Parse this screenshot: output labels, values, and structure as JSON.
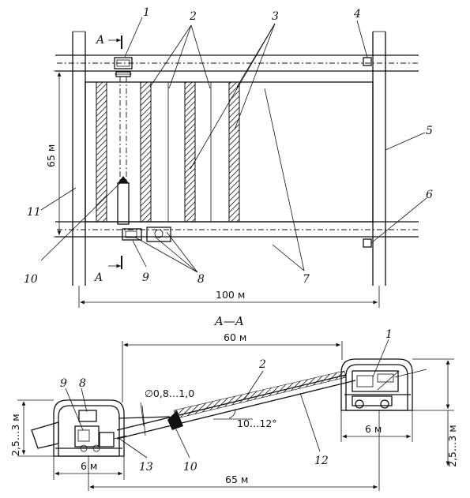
{
  "plan": {
    "labels": {
      "l1": "1",
      "l2": "2",
      "l3": "3",
      "l4": "4",
      "l5": "5",
      "l6": "6",
      "l7": "7",
      "l8": "8",
      "l9": "9",
      "l10": "10",
      "l11": "11"
    },
    "section_marks": {
      "top": "A",
      "bottom": "A"
    },
    "dims": {
      "height": "65 м",
      "width": "100 м"
    }
  },
  "section": {
    "title": "A—A",
    "labels": {
      "l1": "1",
      "l2": "2",
      "l8": "8",
      "l9": "9",
      "l10": "10",
      "l12": "12",
      "l13": "13"
    },
    "dims": {
      "top_len": "60 м",
      "diameter": "∅0,8…1,0",
      "angle": "10…12°",
      "left_height": "2,5…3 м",
      "left_width": "6 м",
      "right_width": "6 м",
      "right_height": "2,5…3 м",
      "bottom_len": "65 м"
    }
  }
}
